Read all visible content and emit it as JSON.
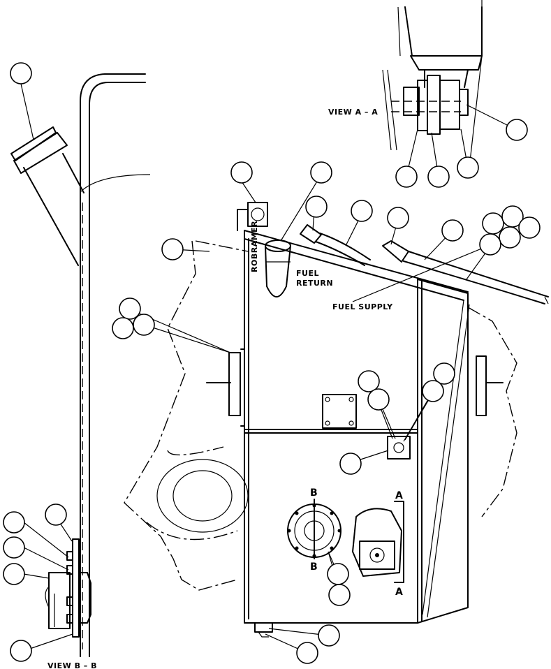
{
  "labels": {
    "fuel_return_line1": "FUEL",
    "fuel_return_line2": "RETURN",
    "fuel_supply": "FUEL SUPPLY",
    "view_aa": "VIEW A – A",
    "view_bb": "VIEW B – B",
    "section_a": "A",
    "section_b": "B",
    "maker_text": "ROBRAMER"
  }
}
